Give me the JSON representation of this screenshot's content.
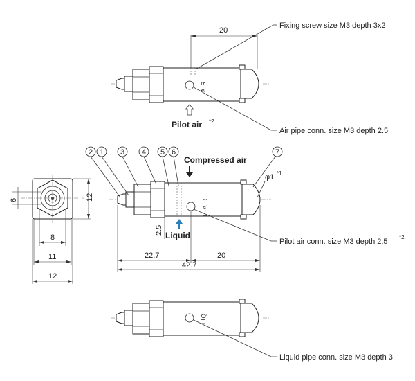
{
  "callouts": {
    "fixing_screw": "Fixing screw size M3 depth 3x2",
    "air_pipe": "Air pipe conn. size M3 depth 2.5",
    "pilot_air_conn": "Pilot air conn. size M3 depth 2.5",
    "pilot_air_conn_sup": "*2",
    "liquid_pipe": "Liquid pipe conn. size M3 depth 3"
  },
  "labels": {
    "pilot_air": "Pilot air",
    "pilot_air_sup": "*2",
    "compressed_air": "Compressed air",
    "liquid": "Liquid",
    "phi": "φ1",
    "phi_sup": "*1"
  },
  "port_marks": {
    "air": "AIR",
    "p_air": "P-AIR",
    "liq": "LIQ"
  },
  "part_numbers": [
    "1",
    "2",
    "3",
    "4",
    "5",
    "6",
    "7"
  ],
  "dimensions": {
    "top_20": "20",
    "left_6": "6",
    "left_12_vert": "12",
    "left_8": "8",
    "left_11": "11",
    "left_12": "12",
    "mid_2_5": "2.5",
    "mid_22_7": "22.7",
    "mid_20": "20",
    "mid_42_7": "42.7"
  },
  "colors": {
    "line": "#333333",
    "liquid_arrow": "#2a7fb8"
  }
}
